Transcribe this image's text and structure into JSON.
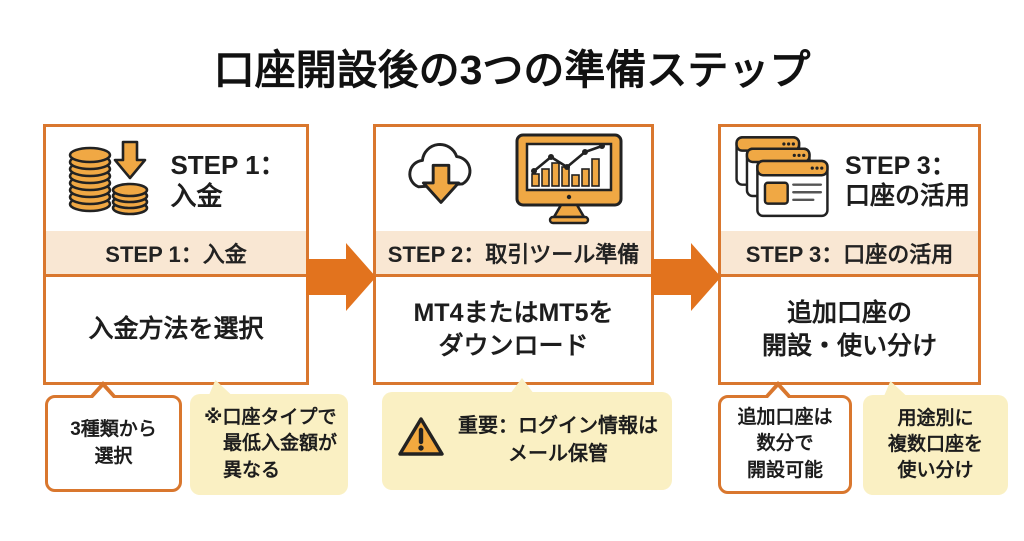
{
  "title": "口座開設後の3つの準備ステップ",
  "colors": {
    "box_border_orange": "#D9772E",
    "arrow_orange": "#E2731E",
    "band_peach": "#F9E7D3",
    "note_yellow": "#FAF0C3",
    "icon_orange": "#F0A844",
    "icon_outline_dark": "#222222",
    "text_dark": "#1D1D1D"
  },
  "steps": [
    {
      "icon": "coin-stacks-deposit-icon",
      "heading_lines": [
        "STEP 1：",
        "入金"
      ],
      "band_label": "STEP 1：入金",
      "body_lines": [
        "入金方法を選択"
      ]
    },
    {
      "icons": [
        "cloud-download-icon",
        "trading-chart-monitor-icon"
      ],
      "band_label": "STEP 2：取引ツール準備",
      "body_lines": [
        "MT4またはMT5を",
        "ダウンロード"
      ]
    },
    {
      "icon": "browser-windows-icon",
      "heading_lines": [
        "STEP 3：",
        "口座の活用"
      ],
      "band_label": "STEP 3：口座の活用",
      "body_lines": [
        "追加口座の",
        "開設・使い分け"
      ]
    }
  ],
  "callouts": [
    {
      "style": "outlined",
      "lines": [
        "3種類から",
        "選択"
      ]
    },
    {
      "style": "yellow",
      "lines": [
        "※口座タイプで",
        "最低入金額が",
        "異なる"
      ]
    },
    {
      "style": "yellow",
      "icon": "warning-triangle-icon",
      "lines": [
        "重要：ログイン情報は",
        "メール保管"
      ]
    },
    {
      "style": "outlined",
      "lines": [
        "追加口座は",
        "数分で",
        "開設可能"
      ]
    },
    {
      "style": "yellow",
      "lines": [
        "用途別に",
        "複数口座を",
        "使い分け"
      ]
    }
  ]
}
